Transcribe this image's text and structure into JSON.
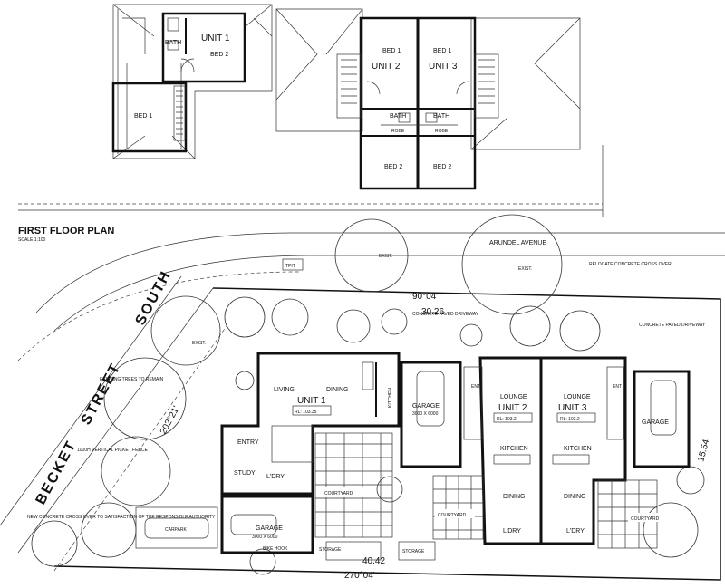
{
  "first_floor": {
    "unit1_label": "UNIT 1",
    "unit1_bath": "BATH",
    "unit1_bed1": "BED 1",
    "unit1_bed2": "BED 2",
    "unit2_label": "UNIT 2",
    "unit3_label": "UNIT 3",
    "unit2_bed1": "BED 1",
    "unit3_bed1": "BED 1",
    "unit2_bed2": "BED 2",
    "unit3_bed2": "BED 2",
    "unit2_bath": "BATH",
    "unit3_bath": "BATH",
    "robe": "ROBE"
  },
  "plan_title": "FIRST FLOOR PLAN",
  "plan_scale": "SCALE 1:100",
  "streets": {
    "south": "SOUTH",
    "street": "STREET",
    "becket": "BECKET",
    "arundel": "ARUNDEL AVENUE"
  },
  "dimensions": {
    "top_bearing": "90°04'",
    "top_length": "30.26",
    "bottom_bearing": "270°04'",
    "bottom_length": "40.42",
    "side_length": "15.54",
    "left_bearing": "202°21'"
  },
  "ground_floor": {
    "unit1_label": "UNIT 1",
    "unit1_rl": "RL: 103.35",
    "unit1_living": "LIVING",
    "unit1_dining": "DINING",
    "unit1_kitchen": "KITCHEN",
    "unit1_entry": "ENTRY",
    "unit1_study": "STUDY",
    "unit1_ldry": "L'DRY",
    "unit1_garage": "GARAGE",
    "unit1_garage_size": "3000 X 6000",
    "courtyard1": "COURTYARD",
    "unit2_label": "UNIT 2",
    "unit2_rl": "RL: 103.2",
    "unit2_lounge": "LOUNGE",
    "unit2_kitchen": "KITCHEN",
    "unit2_dining": "DINING",
    "unit2_ldry": "L'DRY",
    "unit2_garage": "GARAGE",
    "unit2_garage_size": "3000 X 6000",
    "unit3_label": "UNIT 3",
    "unit3_rl": "RL: 103.2",
    "unit3_lounge": "LOUNGE",
    "unit3_kitchen": "KITCHEN",
    "unit3_dining": "DINING",
    "unit3_ldry": "L'DRY",
    "unit3_garage": "GARAGE",
    "courtyard2": "COURTYARD",
    "courtyard3": "COURTYARD",
    "concrete_driveway": "CONCRETE PAVED DRIVEWAY",
    "carpark": "CARPARK",
    "storage": "STORAGE",
    "bike_hook": "BIKE HOOK",
    "ent": "ENT"
  },
  "notes": {
    "tpit": "TPIT",
    "existing_trees": "EXISTING TREES TO REMAIN",
    "new_gates": "NEW CONCRETE CROSS OVER TO SATISFACTION OF THE RESPONSIBLE AUTHORITY",
    "picket_fence": "1000H VERTICAL PICKET FENCE",
    "relocate": "RELOCATE CONCRETE CROSS OVER",
    "exist": "EXIST."
  }
}
